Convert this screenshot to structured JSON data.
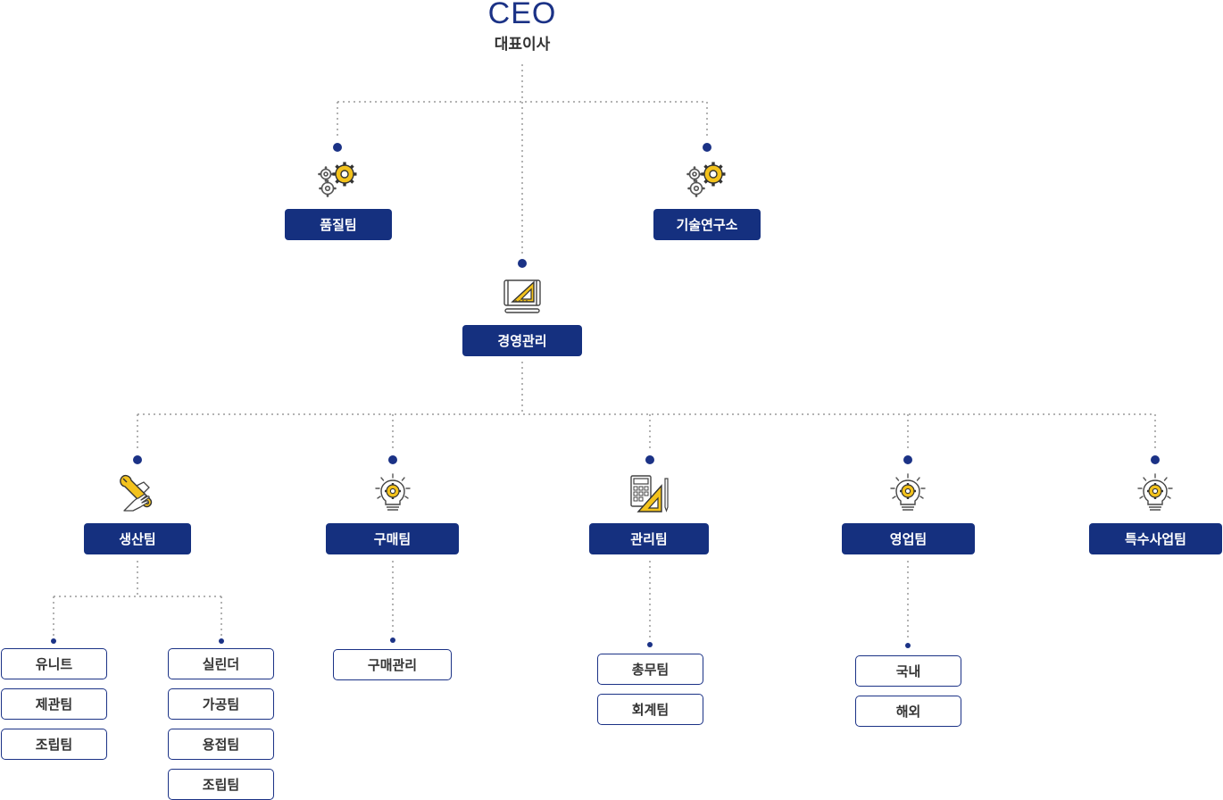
{
  "ceo": {
    "title": "CEO",
    "subtitle": "대표이사"
  },
  "top_teams": [
    {
      "label": "품질팀",
      "icon": "gears-icon"
    },
    {
      "label": "기술연구소",
      "icon": "gears-icon"
    }
  ],
  "management": {
    "label": "경영관리",
    "icon": "blueprint-icon"
  },
  "teams": [
    {
      "label": "생산팀",
      "icon": "wrench-hand-icon",
      "subs_left": [
        "유니트",
        "제관팀",
        "조립팀"
      ],
      "subs_right": [
        "실린더",
        "가공팀",
        "용접팀",
        "조립팀"
      ]
    },
    {
      "label": "구매팀",
      "icon": "lightbulb-gear-icon",
      "subs": [
        "구매관리"
      ]
    },
    {
      "label": "관리팀",
      "icon": "calculator-ruler-icon",
      "subs": [
        "총무팀",
        "회계팀"
      ]
    },
    {
      "label": "영업팀",
      "icon": "lightbulb-gear-icon",
      "subs": [
        "국내",
        "해외"
      ]
    },
    {
      "label": "특수사업팀",
      "icon": "lightbulb-gear-icon"
    }
  ],
  "colors": {
    "navy": "#15307f",
    "accent": "#f3c21c",
    "line": "#9a9a9a",
    "text": "#333333"
  }
}
